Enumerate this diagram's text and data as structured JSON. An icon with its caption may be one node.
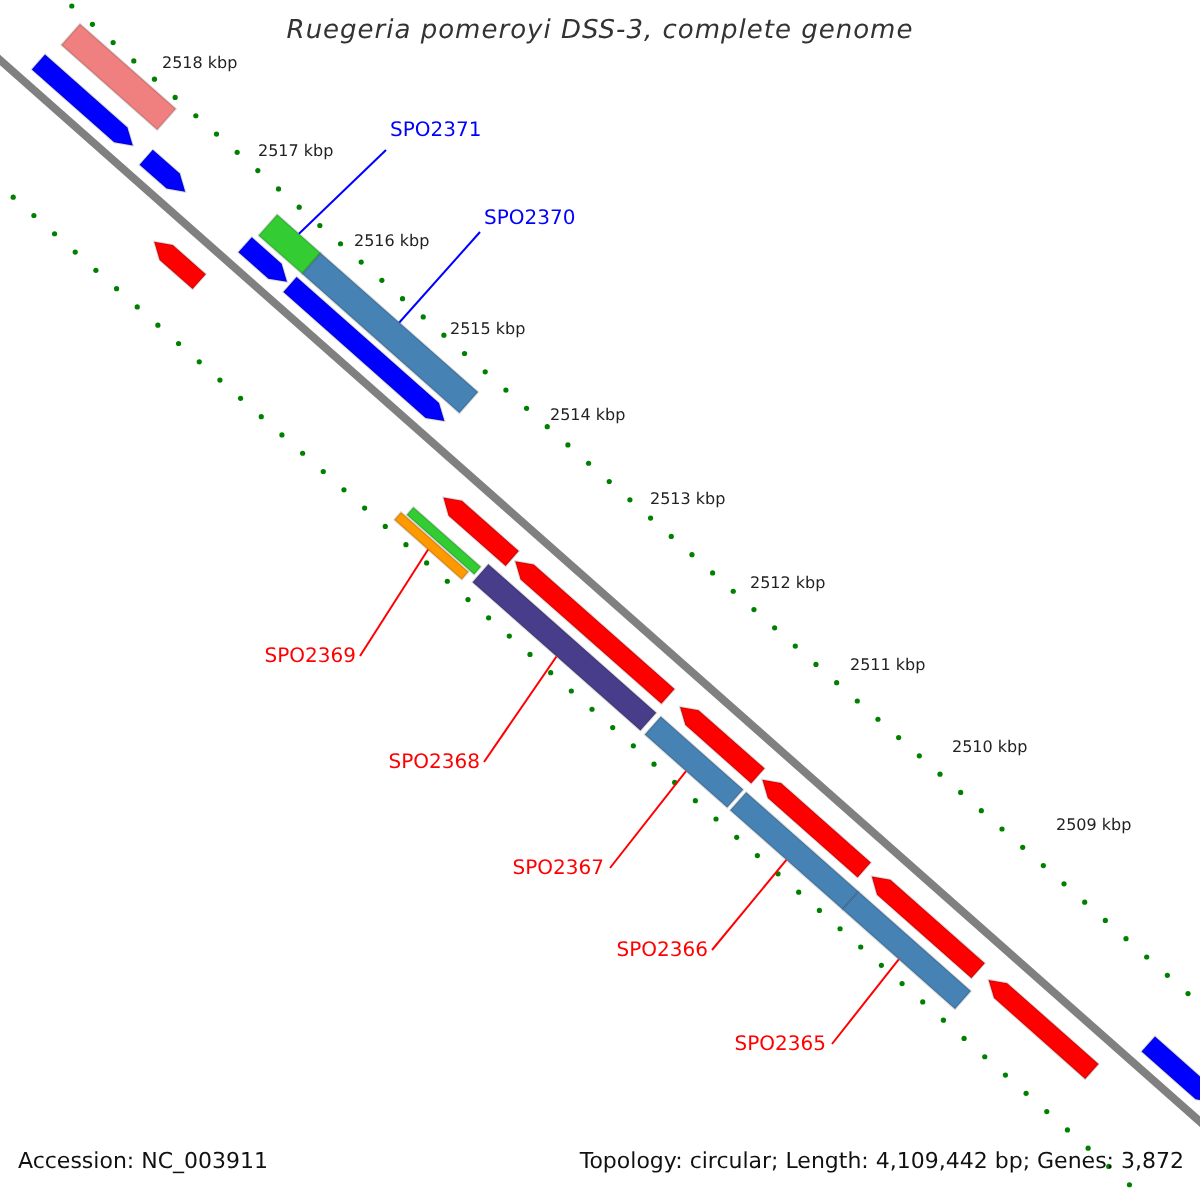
{
  "diagram": {
    "title": "Ruegeria pomeroyi DSS-3, complete genome",
    "nodes": [
      {
        "text": [
          "SPO2371"
        ]
      },
      {
        "text": [],
        "shape": "bar"
      },
      {
        "text": [
          "SPO2370"
        ]
      },
      {
        "text": [],
        "shape": "bar"
      },
      {
        "text": [
          "SPO2369"
        ]
      },
      {
        "text": [],
        "shape": "bar"
      },
      {
        "text": [
          "SPO2368"
        ]
      },
      {
        "text": [],
        "shape": "bar"
      },
      {
        "text": [
          "SPO2367"
        ]
      },
      {
        "text": [],
        "shape": "bar"
      },
      {
        "text": [
          "SPO2366"
        ]
      },
      {
        "text": [],
        "shape": "bar"
      },
      {
        "text": [
          "SPO2365"
        ]
      },
      {
        "text": [],
        "shape": "bar"
      }
    ],
    "edges": [
      {
        "from": 0,
        "to": 1,
        "arrow": "none",
        "color": "#0000ff"
      },
      {
        "from": 2,
        "to": 3,
        "arrow": "none",
        "color": "#0000ff"
      },
      {
        "from": 4,
        "to": 5,
        "arrow": "none"
      },
      {
        "from": 6,
        "to": 7,
        "arrow": "none"
      },
      {
        "from": 8,
        "to": 9,
        "arrow": "none"
      },
      {
        "from": 10,
        "to": 11,
        "arrow": "none"
      },
      {
        "from": 12,
        "to": 13,
        "arrow": "none"
      }
    ],
    "labels": [
      "2518 kbp",
      "2517 kbp",
      "2516 kbp",
      "2515 kbp",
      "2514 kbp",
      "2513 kbp",
      "2512 kbp",
      "2511 kbp",
      "2510 kbp",
      "2509 kbp",
      "Accession: NC_003911",
      "Topology: circular; Length: 4,109,442 bp; Genes: 3,872"
    ]
  }
}
